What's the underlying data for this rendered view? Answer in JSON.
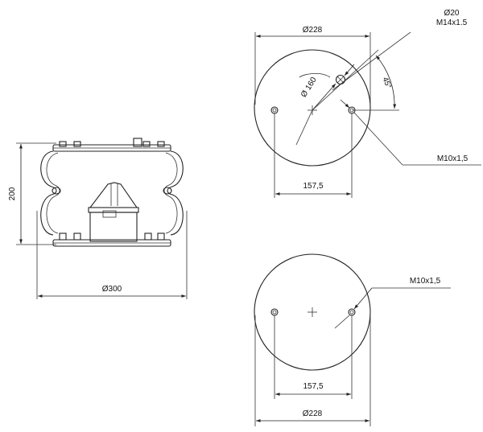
{
  "side_view": {
    "height_label": "200",
    "diameter_label": "Ø300"
  },
  "top_plate": {
    "width_label": "Ø228",
    "pitch_label": "157,5",
    "bolt_circle_label": "Ø 160",
    "angle_label": "45°",
    "inlet_diameter_label": "Ø20",
    "inlet_thread_label": "M14x1.5",
    "stud_thread_label": "M10x1,5"
  },
  "bottom_plate": {
    "width_label": "Ø228",
    "pitch_label": "157,5",
    "stud_thread_label": "M10x1,5"
  }
}
